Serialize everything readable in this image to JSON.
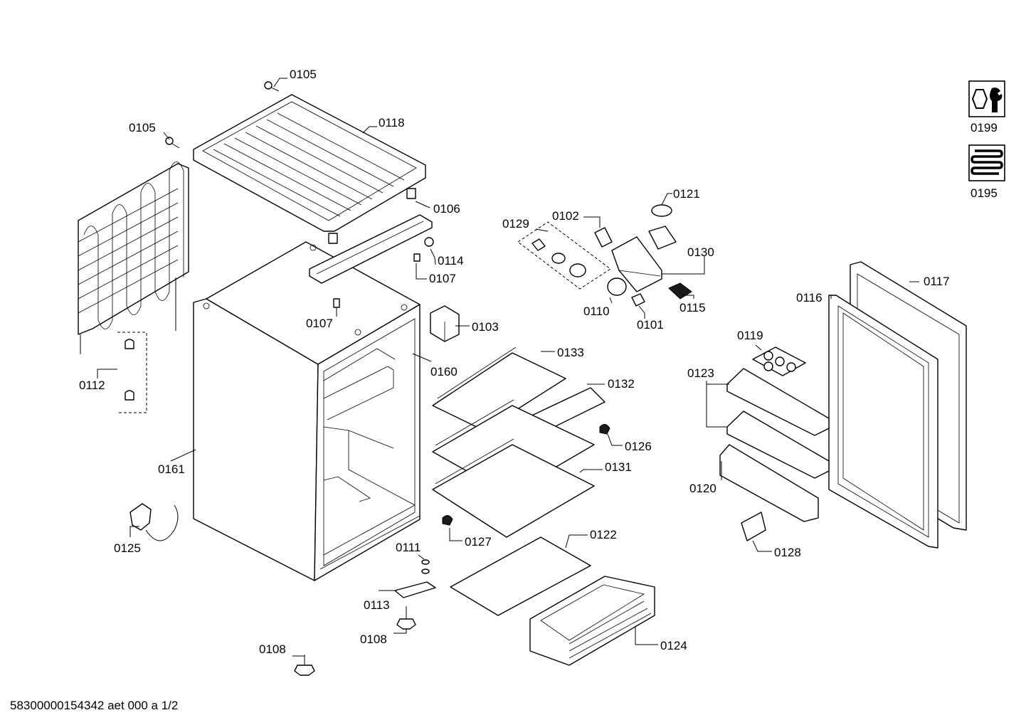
{
  "footer": {
    "doc_code": "58300000154342 aet 000 a 1/2"
  },
  "service_icons": [
    {
      "id": "0199",
      "icon": "wrench-nut-icon"
    },
    {
      "id": "0195",
      "icon": "heating-coil-icon"
    }
  ],
  "callouts": {
    "c0105a": "0105",
    "c0105b": "0105",
    "c0118": "0118",
    "c0106": "0106",
    "c0114": "0114",
    "c0107a": "0107",
    "c0107b": "0107",
    "c0103": "0103",
    "c0160": "0160",
    "c0112": "0112",
    "c0161": "0161",
    "c0125": "0125",
    "c0133": "0133",
    "c0132": "0132",
    "c0126": "0126",
    "c0131": "0131",
    "c0127": "0127",
    "c0122": "0122",
    "c0111": "0111",
    "c0113": "0113",
    "c0108a": "0108",
    "c0108b": "0108",
    "c0124": "0124",
    "c0129": "0129",
    "c0102": "0102",
    "c0121": "0121",
    "c0130": "0130",
    "c0110": "0110",
    "c0101": "0101",
    "c0115": "0115",
    "c0117": "0117",
    "c0116": "0116",
    "c0119": "0119",
    "c0123": "0123",
    "c0120": "0120",
    "c0128": "0128"
  }
}
